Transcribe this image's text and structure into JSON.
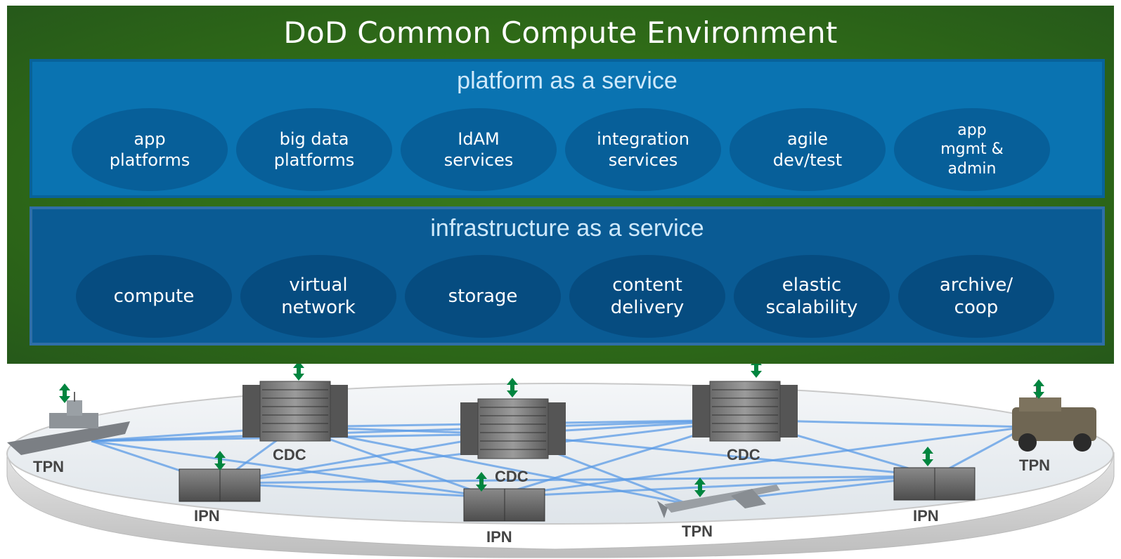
{
  "title": "DoD Common Compute Environment",
  "paas": {
    "title": "platform as a service",
    "items": [
      "app\nplatforms",
      "big data\nplatforms",
      "IdAM\nservices",
      "integration\nservices",
      "agile\ndev/test",
      "app\nmgmt &\nadmin"
    ]
  },
  "iaas": {
    "title": "infrastructure as a service",
    "items": [
      "compute",
      "virtual\nnetwork",
      "storage",
      "content\ndelivery",
      "elastic\nscalability",
      "archive/\ncoop"
    ]
  },
  "nodes": {
    "tpn_ship": "TPN",
    "cdc_left": "CDC",
    "ipn_left": "IPN",
    "cdc_center": "CDC",
    "ipn_center": "IPN",
    "cdc_right": "CDC",
    "tpn_drone": "TPN",
    "ipn_right": "IPN",
    "tpn_vehicle": "TPN"
  },
  "colors": {
    "outer_green": "#2f6b17",
    "paas_blue": "#0a73b1",
    "iaas_blue": "#0a5b94",
    "arrow_green": "#00853f",
    "link_blue": "#4a90e2"
  }
}
